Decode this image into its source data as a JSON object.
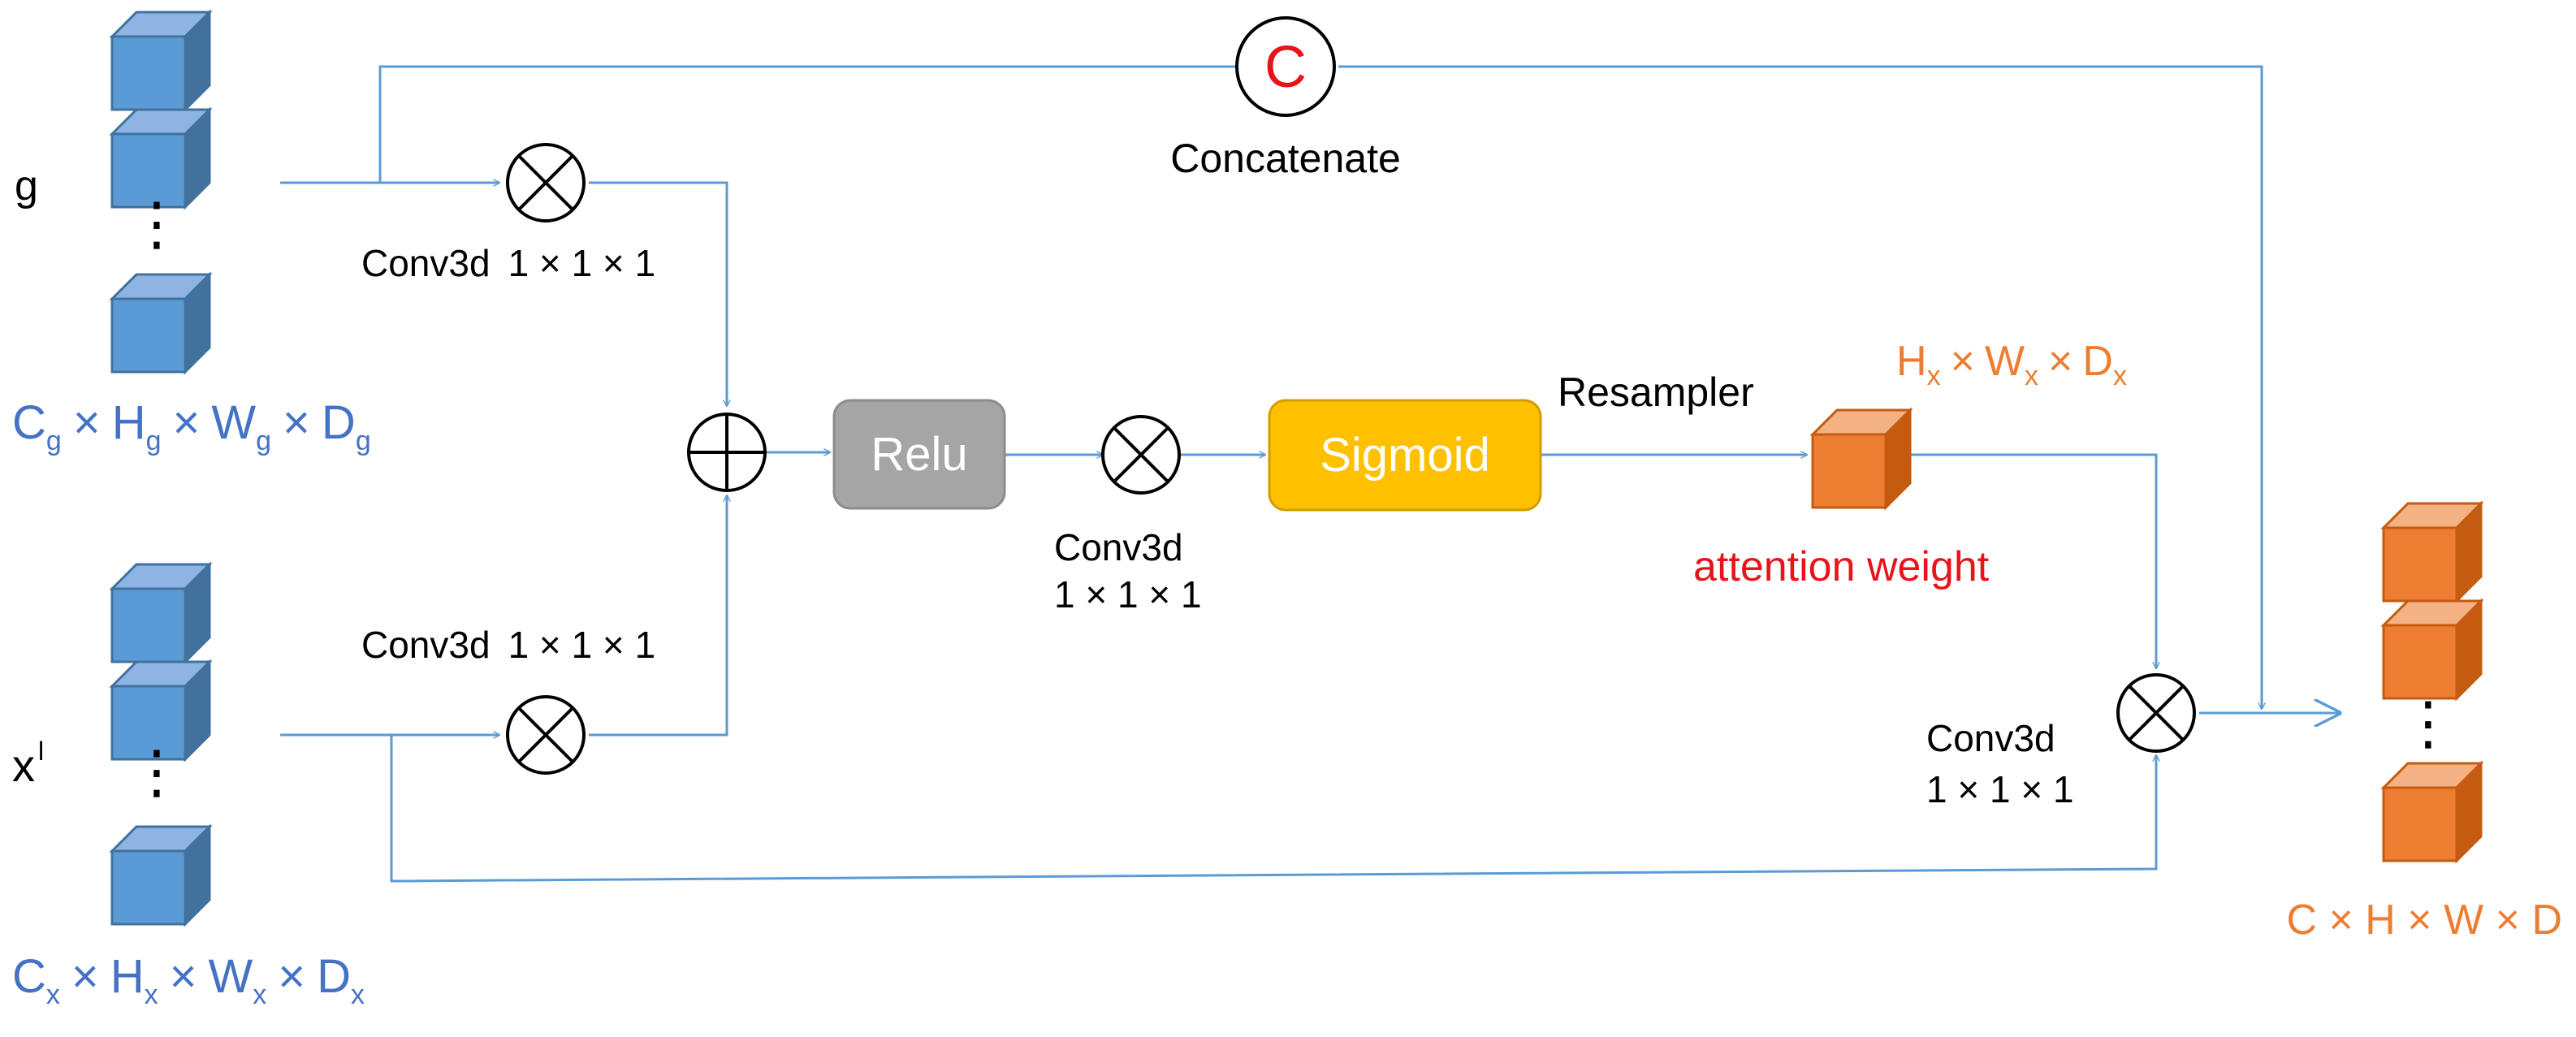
{
  "inputs": {
    "g": {
      "label": "g",
      "dims": {
        "C": "C",
        "C_sub": "g",
        "H": "H",
        "H_sub": "g",
        "W": "W",
        "W_sub": "g",
        "D": "D",
        "D_sub": "g",
        "sep": "×"
      }
    },
    "x": {
      "label": "x",
      "label_sup": "l",
      "dims": {
        "C": "C",
        "C_sub": "x",
        "H": "H",
        "H_sub": "x",
        "W": "W",
        "W_sub": "x",
        "D": "D",
        "D_sub": "x",
        "sep": "×"
      }
    },
    "ellipsis": "⋮"
  },
  "ops": {
    "concat": {
      "symbol": "C",
      "label": "Concatenate"
    },
    "conv_g": {
      "name": "Conv3d",
      "size": "1 × 1 × 1"
    },
    "conv_x": {
      "name": "Conv3d",
      "size": "1 × 1 × 1"
    },
    "conv_mid": {
      "name": "Conv3d",
      "size": "1 × 1 × 1"
    },
    "conv_out": {
      "name": "Conv3d",
      "size": "1 × 1 × 1"
    },
    "relu": "Relu",
    "sigmoid": "Sigmoid",
    "resampler": "Resampler"
  },
  "attention": {
    "label": "attention weight",
    "dims": {
      "H": "H",
      "H_sub": "x",
      "W": "W",
      "W_sub": "x",
      "D": "D",
      "D_sub": "x",
      "sep": "×"
    }
  },
  "output": {
    "dims": "C × H × W × D",
    "ellipsis": "⋮"
  },
  "colors": {
    "blue_cube": "#5B9BD5",
    "orange_cube": "#ED7D31",
    "wire": "#5B9BD5",
    "relu_box": "#A5A5A5",
    "sigmoid_box": "#FFC000",
    "accent_red": "#E8141A",
    "dim_blue": "#4472C4",
    "dim_orange": "#ED7D31"
  },
  "icons": {
    "multiply": "circled-times-icon",
    "add": "circled-plus-icon",
    "concat": "circled-c-icon",
    "cube": "cube-icon"
  }
}
